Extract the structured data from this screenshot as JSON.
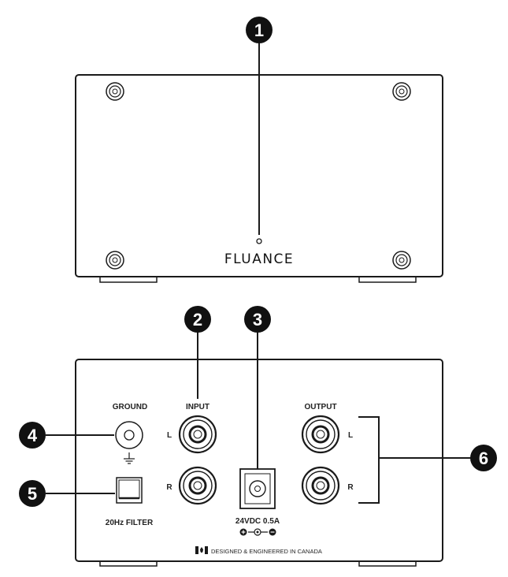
{
  "front_panel": {
    "brand": "FLUANCE"
  },
  "rear_panel": {
    "ground_label": "GROUND",
    "input_label": "INPUT",
    "output_label": "OUTPUT",
    "left_label": "L",
    "right_label": "R",
    "filter_label": "20Hz FILTER",
    "power_label": "24VDC 0.5A",
    "footer_text": "DESIGNED & ENGINEERED IN CANADA"
  },
  "callouts": [
    "1",
    "2",
    "3",
    "4",
    "5",
    "6"
  ],
  "colors": {
    "outline": "#1a1a1a",
    "callout_fill": "#111111",
    "background": "#ffffff"
  }
}
